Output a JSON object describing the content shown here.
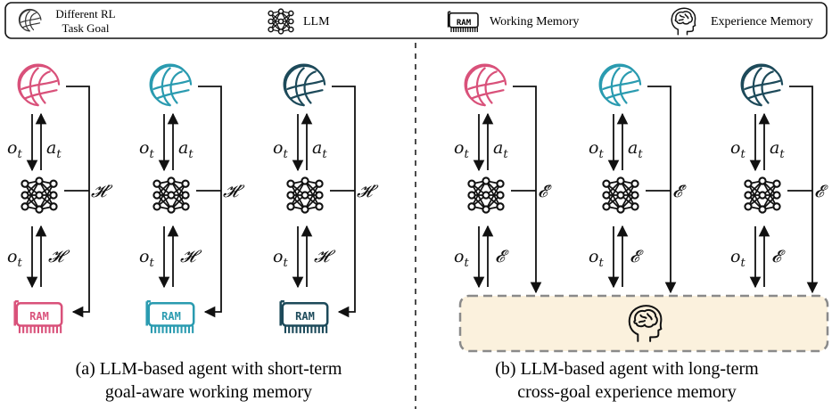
{
  "legend": {
    "task_goal": "Different RL\nTask Goal",
    "llm": "LLM",
    "working_memory": "Working Memory",
    "experience_memory": "Experience Memory"
  },
  "colors": {
    "goal_1": "#d9517a",
    "goal_2": "#2a9bb0",
    "goal_3": "#1d4a5a",
    "experience_box_fill": "#fbf1dd",
    "experience_box_border": "#8a8a8a",
    "ink": "#111111"
  },
  "icons": {
    "goal": "globe-icon",
    "llm": "neural-network-icon",
    "working_memory": "ram-chip-icon",
    "experience_memory": "brain-head-icon"
  },
  "panel_a": {
    "obs": "o",
    "obs_sub": "t",
    "act": "a",
    "act_sub": "t",
    "history_full": "𝓗′",
    "history": "𝓗",
    "ram_label": "RAM",
    "caption": "(a) LLM-based agent with short-term\ngoal-aware working memory"
  },
  "panel_b": {
    "obs": "o",
    "obs_sub": "t",
    "act": "a",
    "act_sub": "t",
    "experience_full": "𝓔′",
    "experience_full_last": "𝓔",
    "experience": "𝓔",
    "caption": "(b) LLM-based agent with long-term\ncross-goal experience memory"
  }
}
